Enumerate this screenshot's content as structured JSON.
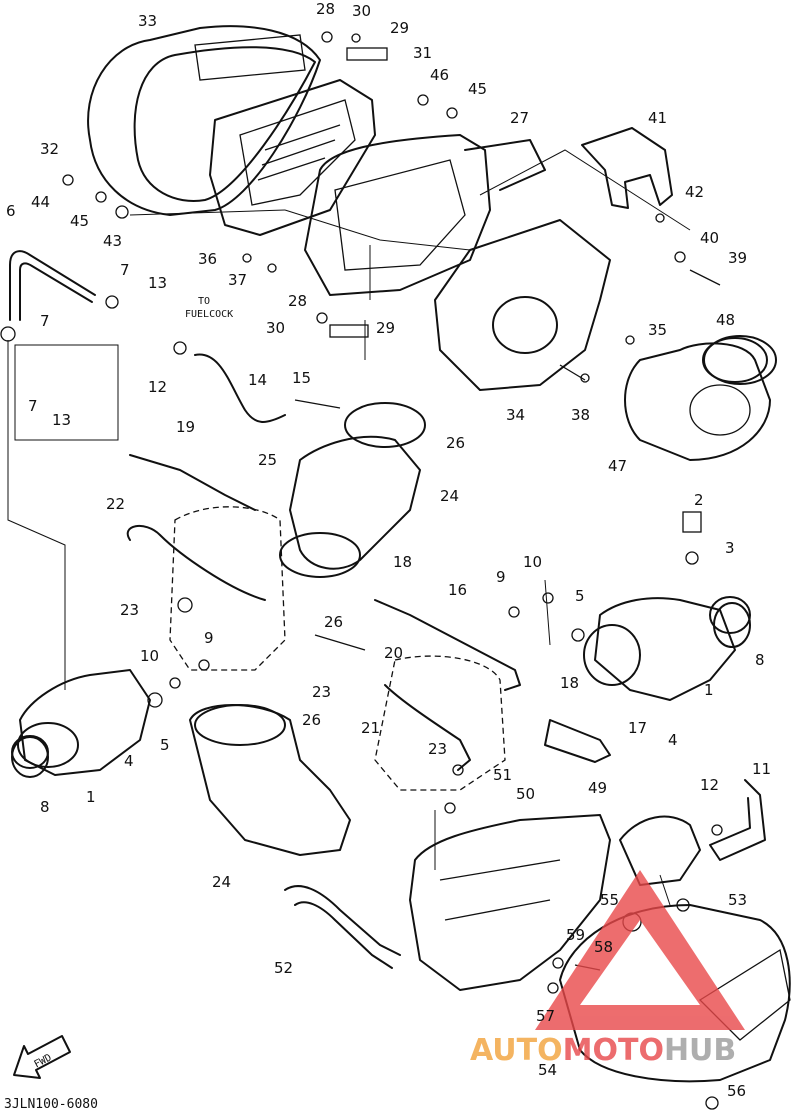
{
  "drawing_code": "3JLN100-6080",
  "fwd_label": "FWD",
  "note_to": "TO",
  "note_fuelcock": "FUELCOCK",
  "watermark": {
    "part1": "AUTO",
    "part2": "MOTO",
    "part3": "HUB",
    "color_orange": "#f2a23a",
    "color_red": "#e8484a",
    "color_gray": "#9a9a9a"
  },
  "callouts": [
    "33",
    "28",
    "30",
    "29",
    "31",
    "46",
    "45",
    "27",
    "41",
    "32",
    "44",
    "45",
    "43",
    "42",
    "6",
    "36",
    "37",
    "40",
    "39",
    "7",
    "13",
    "28",
    "30",
    "29",
    "35",
    "48",
    "7",
    "12",
    "14",
    "15",
    "34",
    "38",
    "47",
    "7",
    "13",
    "19",
    "26",
    "25",
    "24",
    "2",
    "3",
    "22",
    "18",
    "16",
    "9",
    "10",
    "5",
    "8",
    "23",
    "26",
    "20",
    "9",
    "10",
    "1",
    "18",
    "23",
    "21",
    "17",
    "4",
    "5",
    "26",
    "8",
    "1",
    "4",
    "23",
    "51",
    "50",
    "49",
    "12",
    "11",
    "24",
    "53",
    "55",
    "59",
    "58",
    "57",
    "52",
    "54",
    "56"
  ]
}
